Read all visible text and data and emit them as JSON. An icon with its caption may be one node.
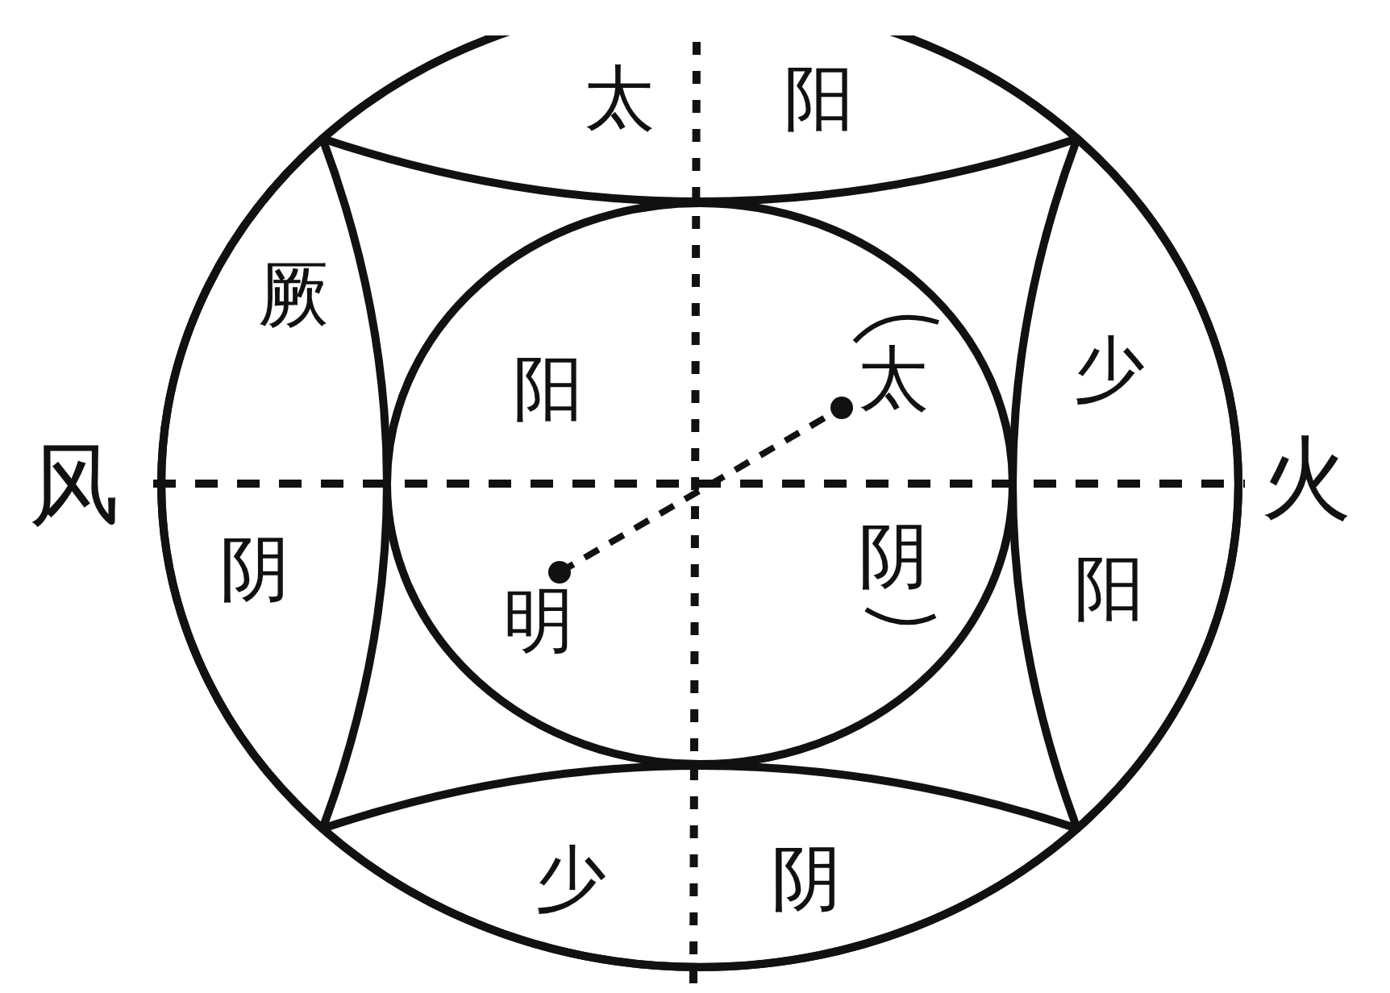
{
  "diagram": {
    "nodes": [
      {
        "text": [],
        "shape": "circle"
      },
      {
        "text": [
          "太",
          "阳"
        ],
        "in": 0
      },
      {
        "text": [
          "厥",
          "阴"
        ],
        "in": 0
      },
      {
        "text": [
          "阳",
          "明",
          "太",
          "阴"
        ],
        "in": 0
      },
      {
        "text": [
          "少",
          "阳"
        ],
        "in": 0
      },
      {
        "text": [
          "少",
          "阴"
        ],
        "in": 0
      }
    ],
    "edges": [],
    "labels": [
      "风",
      "火"
    ]
  }
}
